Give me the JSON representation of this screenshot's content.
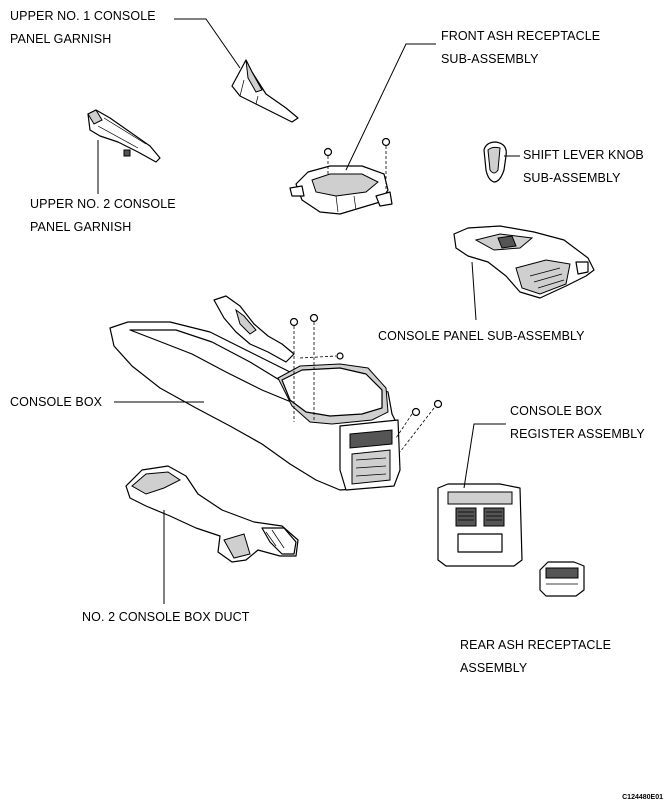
{
  "labels": {
    "upper_no1_garnish": [
      "UPPER NO. 1 CONSOLE",
      "PANEL GARNISH"
    ],
    "front_ash": [
      "FRONT ASH RECEPTACLE",
      "SUB-ASSEMBLY"
    ],
    "shift_knob": [
      "SHIFT LEVER KNOB",
      "SUB-ASSEMBLY"
    ],
    "upper_no2_garnish": [
      "UPPER NO. 2 CONSOLE",
      "PANEL GARNISH"
    ],
    "console_panel": "CONSOLE PANEL SUB-ASSEMBLY",
    "console_box": "CONSOLE BOX",
    "console_box_register": [
      "CONSOLE BOX",
      "REGISTER ASSEMBLY"
    ],
    "duct": "NO. 2 CONSOLE BOX DUCT",
    "rear_ash": [
      "REAR ASH RECEPTACLE",
      "ASSEMBLY"
    ]
  },
  "figure_id": "C124480E01"
}
